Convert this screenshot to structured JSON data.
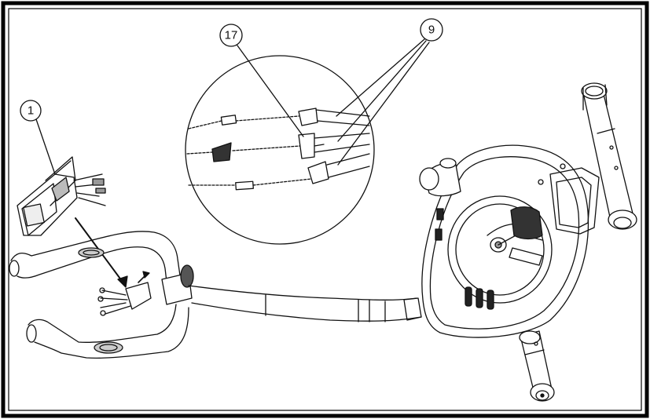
{
  "diagram": {
    "callouts": [
      {
        "id": "callout-1",
        "label": "1"
      },
      {
        "id": "callout-17",
        "label": "17"
      },
      {
        "id": "callout-9",
        "label": "9"
      }
    ],
    "colors": {
      "line": "#111111",
      "frame": "#000000",
      "background": "#ffffff",
      "shade": "#c9c9c9"
    }
  }
}
